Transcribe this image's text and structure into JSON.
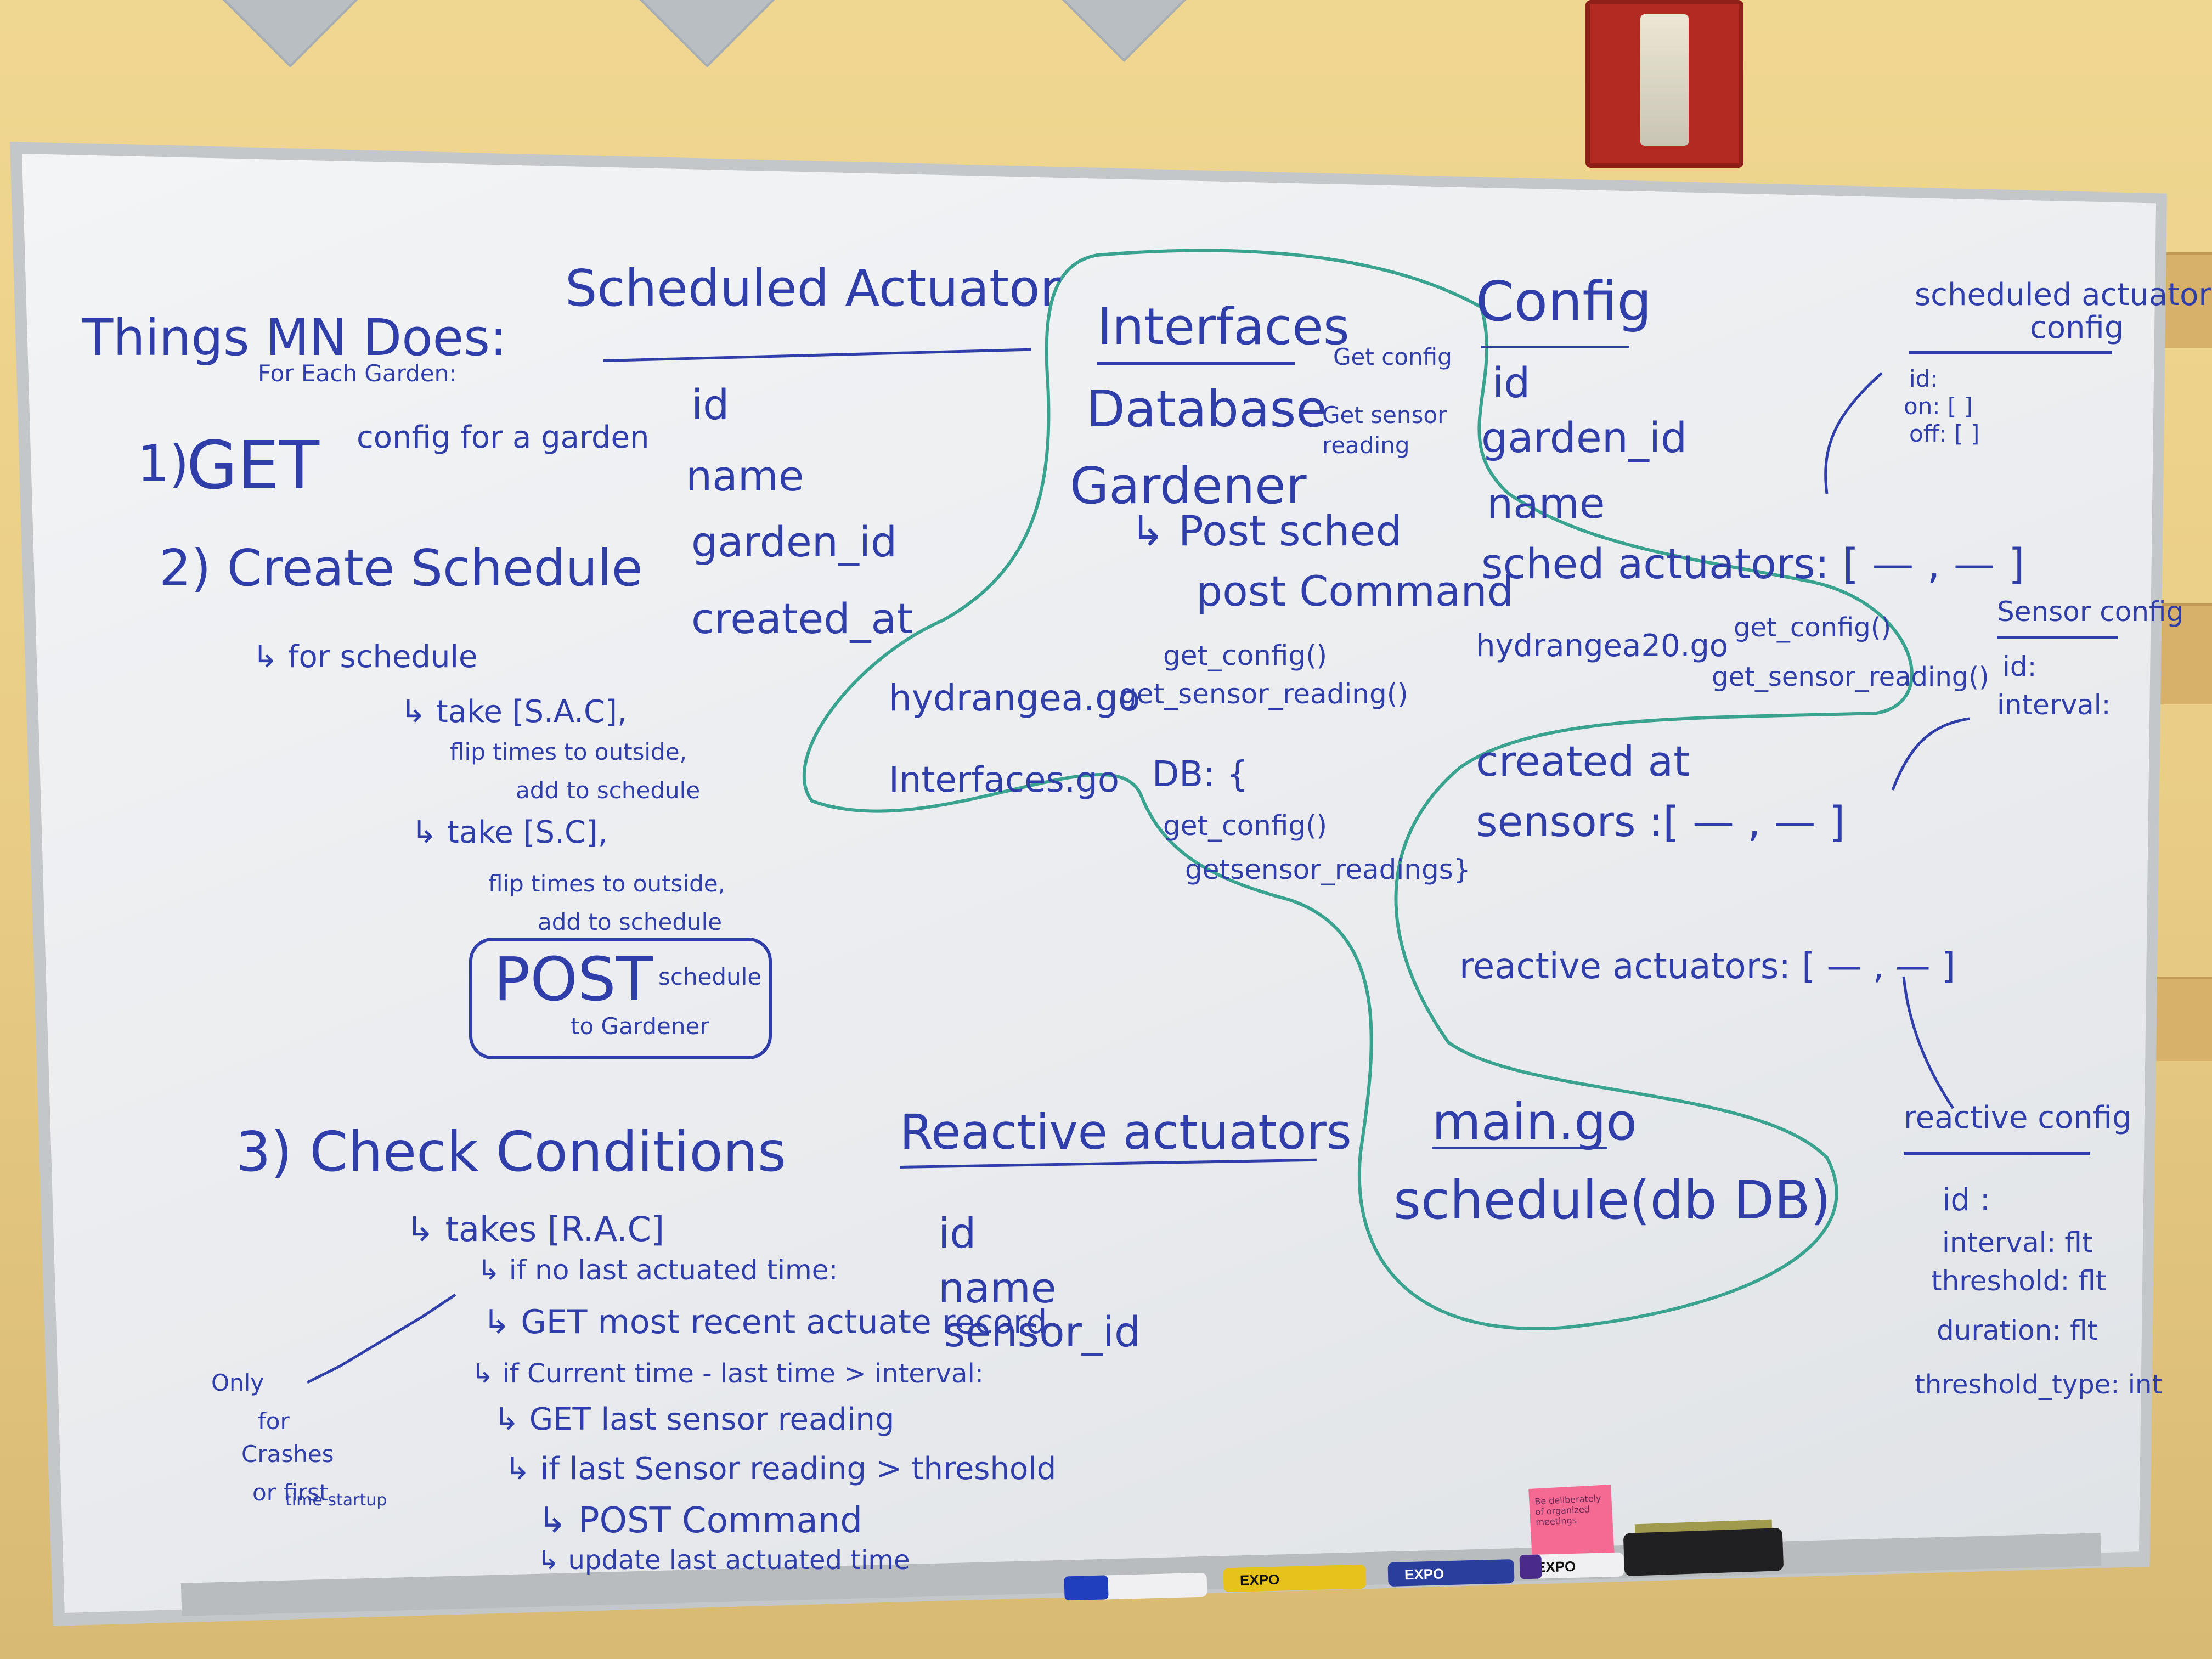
{
  "board": {
    "title": "Things MN Does:",
    "subtitle": "For Each Garden:",
    "step1": {
      "num": "1)",
      "verb": "GET",
      "rest": "config for a garden"
    },
    "step2": {
      "header": "2) Create Schedule",
      "sub": "↳ for schedule",
      "a1": "↳ take [S.A.C],",
      "a2": "flip times to outside,",
      "a3": "add to schedule",
      "b1": "↳ take [S.C],",
      "b2": "flip times to outside,",
      "b3": "add to schedule",
      "post_big": "POST",
      "post_sched": "schedule",
      "post_to": "to Gardener"
    },
    "step3": {
      "header": "3) Check Conditions",
      "l1": "↳ takes [R.A.C]",
      "l2": "↳ if no last actuated time:",
      "l3": "↳ GET most recent actuate record",
      "l4": "↳ if Current time - last time > interval:",
      "l5": "↳ GET last sensor reading",
      "l6": "↳ if last Sensor reading > threshold",
      "l7": "↳ POST Command",
      "l8": "↳ update last actuated time",
      "side1": "Only",
      "side2": "for",
      "side3": "Crashes",
      "side4": "or first",
      "side5": "time startup"
    },
    "scheduled_actuator": {
      "title": "Scheduled Actuator",
      "fields": [
        "id",
        "name",
        "garden_id",
        "created_at"
      ]
    },
    "reactive_actuators": {
      "title": "Reactive actuators",
      "fields": [
        "id",
        "name",
        "sensor_id"
      ]
    },
    "interfaces": {
      "title": "Interfaces",
      "database": "Database",
      "db_get_config": "Get config",
      "db_get_sensor": "Get sensor reading",
      "gardener": "Gardener",
      "post_sched": "↳ Post sched",
      "post_command": "post Command",
      "hydrangea": "hydrangea.go",
      "h_get_config": "get_config()",
      "h_get_sensor": "get_sensor_reading()",
      "interfaces_go": "Interfaces.go",
      "db_block": "DB: {",
      "db_get_config2": "get_config()",
      "db_get_sensor2": "getsensor_readings}"
    },
    "config": {
      "title": "Config",
      "fields": [
        "id",
        "garden_id",
        "name"
      ],
      "sched_actuators": "sched actuators: [ — , — ]",
      "hydrangea20": "hydrangea20.go",
      "h20_get_config": "get_config()",
      "h20_get_sensor": "get_sensor_reading()",
      "created_at": "created at",
      "sensors": "sensors :[ — , — ]",
      "reactive_actuators": "reactive actuators: [ — , — ]"
    },
    "main_go": {
      "title": "main.go",
      "call": "schedule(db DB)"
    },
    "sched_actuator_config": {
      "title1": "scheduled actuator",
      "title2": "config",
      "fields": [
        "id:",
        "on: [ ]",
        "off: [ ]"
      ]
    },
    "sensor_config": {
      "title": "Sensor config",
      "fields": [
        "id:",
        "interval:"
      ]
    },
    "reactive_config": {
      "title": "reactive config",
      "fields": [
        "id :",
        "interval: flt",
        "threshold: flt",
        "duration: flt",
        "threshold_type: int"
      ]
    },
    "sticky_note": "Be deliberately of organized meetings",
    "markers": [
      "EXPO",
      "EXPO",
      "EXPO"
    ]
  },
  "colors": {
    "ink": "#2f3ea8",
    "green_outline": "#3aa38f",
    "wall": "#e9cd85",
    "board": "#eceef1",
    "alarm": "#b32a22",
    "sticky": "#f56a93"
  }
}
